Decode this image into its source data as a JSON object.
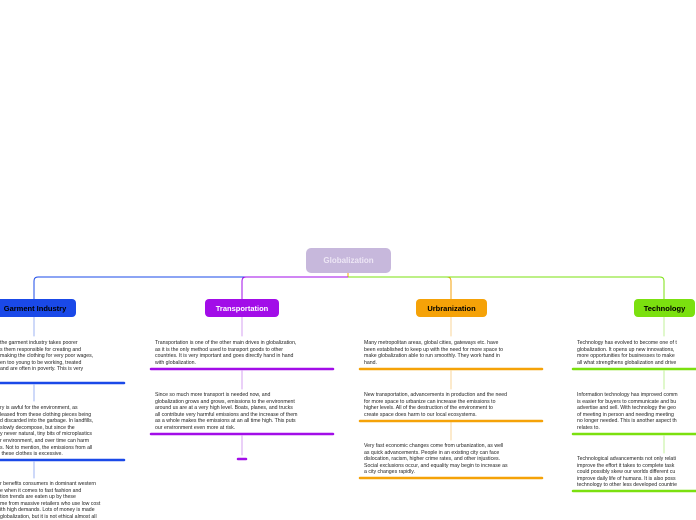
{
  "colors": {
    "garment": "#1a49e8",
    "transport": "#a20de8",
    "urban": "#f5a208",
    "tech": "#7be00f",
    "root_bg": "#c7b8dc"
  },
  "root": {
    "label": "Globalization"
  },
  "branches": [
    {
      "label": "Garment Industry",
      "notes": [
        "the garment industry takes poorer\ns them responsible for creating and\nmaking the clothing for very poor wages,\nen too young to be working, treated\nand are often in poverty. This is very",
        "ry is awful for the environment, as\nleased from these clothing pieces being\nd discarded into the garbage. In landfills,\nslowly decompose, but since the\ny never natural, tiny bits of microplastics\nr environment, and over time can harm\ns. Not to mention, the emissions from all\n these clothes is excessive.",
        "r benefits consumers in dominant western\ne when it comes to fast fashion and\ntion trends are eaten up by these\nme from massive retailers who use low cost\nith high demands. Lots of money is made\nglobalization, but it is not ethical almost all"
      ]
    },
    {
      "label": "Transportation",
      "notes": [
        "Transportation is one of the other main drives in globalization,\nas it is the only method used to transport goods to other\ncountries. It is very important and goes directly hand in hand\nwith globalization.",
        "Since so much more transport is needed now, and\nglobalization grows and grows, emissions to the environment\naround us are at a very high level. Boats, planes, and trucks\nall contribute very harmful emissions and the increase of them\nas a whole makes the emissions at an all time high. This puts\nour environment even more at risk."
      ]
    },
    {
      "label": "Urbranization",
      "notes": [
        "Many metropolitan areas, global cities, gateways etc. have\nbeen established to keep up with the need for more space to\nmake globalization able to run smoothly. They work hand in\nhand.",
        "New transportation, advancements in production and the need\nfor more space to urbanize can increase the emissions to\nhigher levels. All of the destruction of the environment to\ncreate space does harm to our local ecosystems.",
        "Very fast economic changes come from urbanization, as well\nas quick advancements. People in an existing city can face\ndislocation, racism, higher crime rates, and other injustices.\nSocial exclusions occur, and equality may begin to increase as\na city changes rapidly."
      ]
    },
    {
      "label": "Technology",
      "notes": [
        "Technology has evolved to become one of t\nglobalization. It opens up new innovations,\nmore opportunities for businesses to make\nall what strengthens globalization and drive",
        "Information technology has improved comm\nis easier for buyers to communicate and bu\nadvertise and sell. With technology the geo\nof meeting in person and needing meeting\nno longer needed. This is another aspect th\nrelates to.",
        "Technological advancements not only relati\nimprove the effort it takes to complete task\ncould possibly skew our worlds different cu\nimprove daily life of humans. It is also poss\ntechnology to other less developed countrie"
      ]
    }
  ]
}
